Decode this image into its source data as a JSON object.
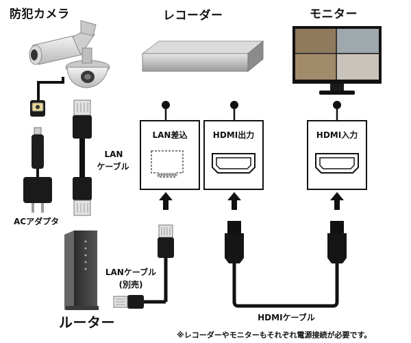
{
  "titles": {
    "camera": "防犯カメラ",
    "recorder": "レコーダー",
    "monitor": "モニター"
  },
  "labels": {
    "lan_cable_line1": "LAN",
    "lan_cable_line2": "ケーブル",
    "ac_adapter": "ACアダプタ",
    "lan_cable_sold_line1": "LANケーブル",
    "lan_cable_sold_line2": "(別売)",
    "router": "ルーター",
    "hdmi_cable": "HDMIケーブル"
  },
  "ports": {
    "lan_in": "LAN差込",
    "hdmi_out": "HDMI出力",
    "hdmi_in": "HDMI入力"
  },
  "footnote": "※レコーダーやモニターもそれぞれ電源接続が必要です。"
}
